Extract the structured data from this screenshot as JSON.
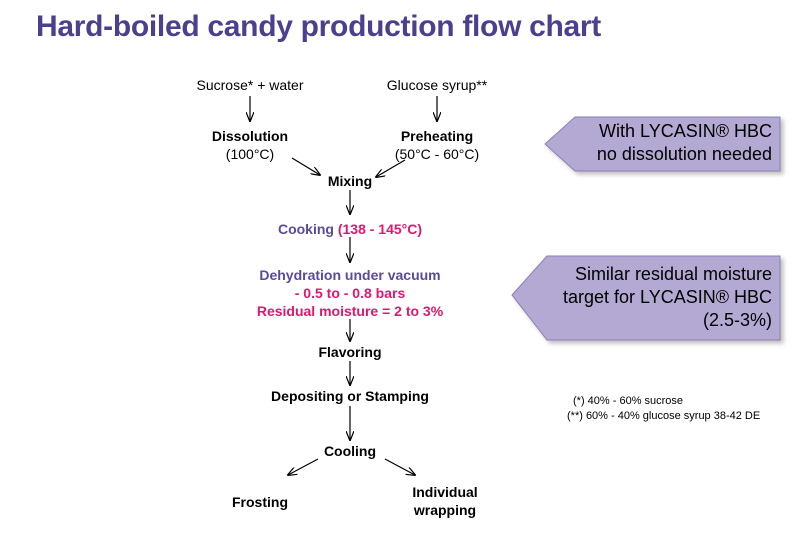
{
  "title": "Hard-boiled candy production flow chart",
  "nodes": {
    "sucrose": "Sucrose* + water",
    "glucose": "Glucose syrup**",
    "dissolution": "Dissolution",
    "dissolution_temp": "(100°C)",
    "preheating": "Preheating",
    "preheating_temp": "(50°C - 60°C)",
    "mixing": "Mixing",
    "cooking": "Cooking ",
    "cooking_temp": "(138 - 145°C)",
    "dehydration": "Dehydration under vacuum",
    "dehydration_pressure": "- 0.5 to - 0.8 bars",
    "residual_moisture": "Residual moisture = 2 to 3%",
    "flavoring": "Flavoring",
    "depositing": "Depositing or Stamping",
    "cooling": "Cooling",
    "frosting": "Frosting",
    "wrapping_line1": "Individual",
    "wrapping_line2": "wrapping"
  },
  "callouts": {
    "dissolution": {
      "line1": "With LYCASIN® HBC",
      "line2": "no dissolution needed"
    },
    "moisture": {
      "line1": "Similar residual moisture",
      "line2": "target for LYCASIN® HBC",
      "line3": "(2.5-3%)"
    }
  },
  "footnotes": {
    "note1": "(*) 40% - 60% sucrose",
    "note2": "(**) 60% - 40% glucose syrup 38-42 DE"
  },
  "colors": {
    "title": "#4b3f8f",
    "purple_text": "#5b4a9c",
    "pink_text": "#e5156f",
    "callout_fill": "#b3a9d3",
    "callout_stroke": "#8a7fb8"
  }
}
